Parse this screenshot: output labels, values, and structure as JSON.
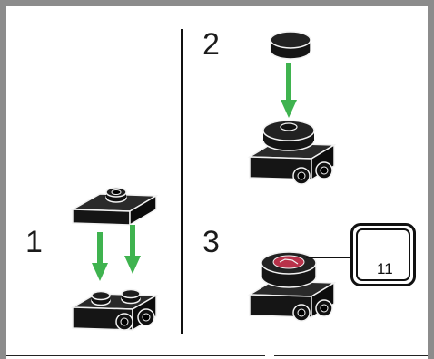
{
  "steps": [
    {
      "number": "1"
    },
    {
      "number": "2"
    },
    {
      "number": "3"
    }
  ],
  "callout": {
    "quantity": "11"
  },
  "colors": {
    "frame": "#8c8c8c",
    "brick": "#1a1a1a",
    "brick_edge": "#f2f2f2",
    "arrow": "#3fb34f",
    "sticker": "#b8324a"
  }
}
